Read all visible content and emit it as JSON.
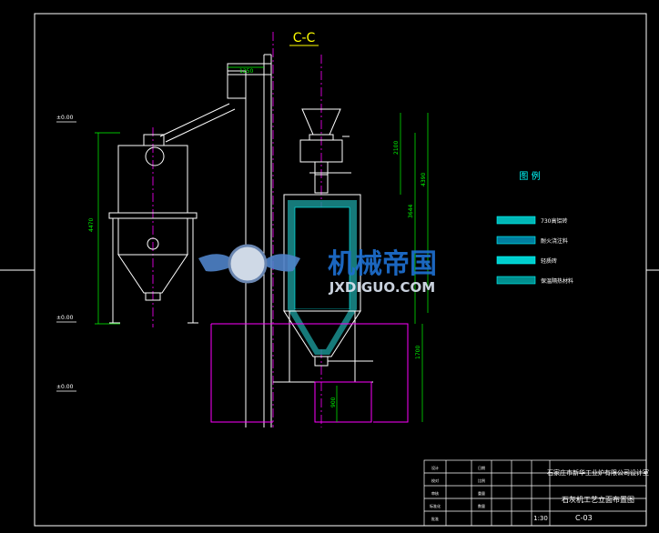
{
  "section_title": "C-C",
  "dimensions": {
    "top_width": "1250",
    "bin_height": "4470",
    "kiln_d1": "2100",
    "kiln_d2": "3644",
    "kiln_d3": "4390",
    "base_h": "1700",
    "base_w": "900"
  },
  "levels": {
    "top": "±0.00",
    "mid": "±0.00",
    "ground": "±0.00"
  },
  "legend": {
    "title": "图  例",
    "items": [
      {
        "label": "730高铝砖",
        "color": "#00ffff",
        "pattern": "hatch"
      },
      {
        "label": "耐火浇注料",
        "color": "#00ffff",
        "pattern": "dots"
      },
      {
        "label": "轻质砖",
        "color": "#00ffff",
        "pattern": "solid-dots"
      },
      {
        "label": "保温隔热材料",
        "color": "#00ffff",
        "pattern": "sparse"
      }
    ]
  },
  "watermark": {
    "text_cn": "机械帝国",
    "text_en": "JXDIGUO.COM"
  },
  "title_block": {
    "company": "石家庄市新华工业炉有限公司设计室",
    "drawing_name": "石灰机工艺立面布置图",
    "scale": "1:30",
    "drawing_no": "C-03",
    "row_labels": [
      "设计",
      "校对",
      "审核",
      "标准化",
      "批准"
    ],
    "col_labels": [
      "日期",
      "比例",
      "重量",
      "数量"
    ]
  },
  "colors": {
    "line": "#ffffff",
    "magenta": "#ff00ff",
    "cyan": "#00ffff",
    "green": "#00ff00",
    "blue": "#0000ff",
    "title_cyan": "#00ffff",
    "watermark_blue": "#1e6fd0"
  }
}
